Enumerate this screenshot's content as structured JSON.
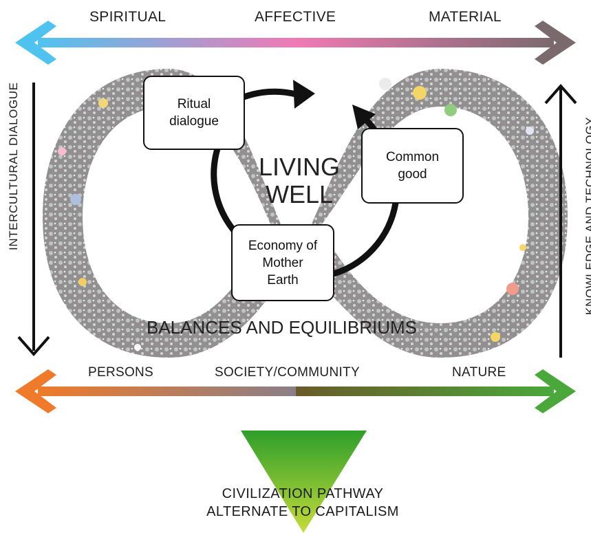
{
  "top_axis": {
    "left": "SPIRITUAL",
    "middle": "AFFECTIVE",
    "right": "MATERIAL",
    "colors": [
      "#4fc3f0",
      "#f07ab4",
      "#7a6a6e"
    ]
  },
  "bottom_axis": {
    "left": "PERSONS",
    "middle": "SOCIETY/COMMUNITY",
    "right": "NATURE",
    "colors": [
      "#ef7a2a",
      "#9c7a86",
      "#4aa83a"
    ]
  },
  "left_vertical": "INTERCULTURAL DIALOGUE",
  "right_vertical": "KNOWLEDGE AND TECHNOLOGY",
  "center": {
    "line1": "LIVING",
    "line2": "WELL"
  },
  "infinity_caption": "BALANCES AND EQUILIBRIUMS",
  "cycle_boxes": {
    "ritual": [
      "Ritual",
      "dialogue"
    ],
    "common": [
      "Common",
      "good"
    ],
    "economy": [
      "Economy of",
      "Mother",
      "Earth"
    ]
  },
  "pathway": {
    "line1": "CIVILIZATION PATHWAY",
    "line2": "ALTERNATE TO CAPITALISM",
    "color": "#6cbf2e"
  }
}
